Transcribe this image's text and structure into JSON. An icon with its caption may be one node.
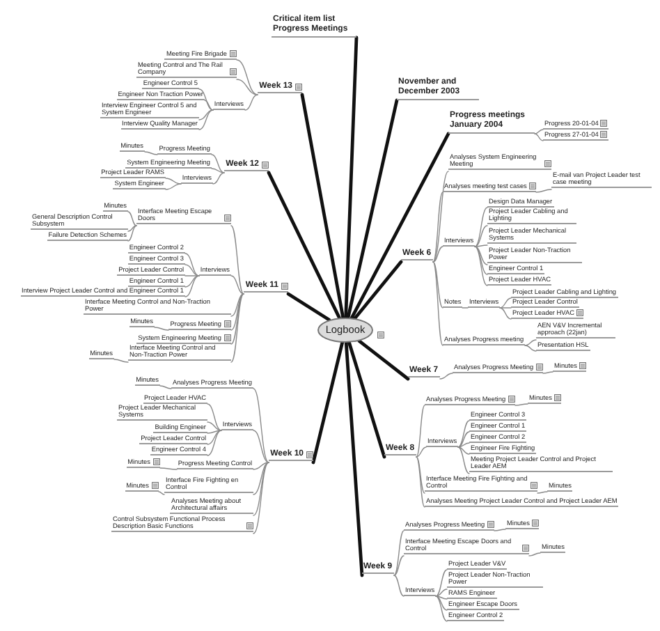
{
  "diagram": {
    "nodes": [
      {
        "text": [
          "Logbook"
        ]
      },
      {
        "text": [
          "Critical item list Progress Meetings"
        ]
      },
      {
        "text": [
          "Week 13"
        ]
      },
      {
        "text": [
          "Meeting Fire Brigade"
        ]
      },
      {
        "text": [
          "Meeting Control and The Rail Company"
        ]
      },
      {
        "text": [
          "Interviews"
        ]
      },
      {
        "text": [
          "Engineer Control 5"
        ]
      },
      {
        "text": [
          "Engineer Non Traction Power"
        ]
      },
      {
        "text": [
          "Interview Engineer Control 5 and System Engineer"
        ]
      },
      {
        "text": [
          "Interview Quality Manager"
        ]
      },
      {
        "text": [
          "Week 12"
        ]
      },
      {
        "text": [
          "Progress Meeting"
        ]
      },
      {
        "text": [
          "Minutes"
        ]
      },
      {
        "text": [
          "System Engineering Meeting"
        ]
      },
      {
        "text": [
          "Interviews"
        ]
      },
      {
        "text": [
          "Project Leader RAMS"
        ]
      },
      {
        "text": [
          "System Engineer"
        ]
      },
      {
        "text": [
          "Week 11"
        ]
      },
      {
        "text": [
          "Interface Meeting Escape Doors"
        ]
      },
      {
        "text": [
          "Minutes"
        ]
      },
      {
        "text": [
          "General Description Control Subsystem"
        ]
      },
      {
        "text": [
          "Failure Detection Schemes"
        ]
      },
      {
        "text": [
          "Interviews"
        ]
      },
      {
        "text": [
          "Engineer Control 2"
        ]
      },
      {
        "text": [
          "Engineer Control 3"
        ]
      },
      {
        "text": [
          "Project Leader Control"
        ]
      },
      {
        "text": [
          "Engineer Control 1"
        ]
      },
      {
        "text": [
          "Interview Project Leader Control and Engineer Control 1"
        ]
      },
      {
        "text": [
          "Interface Meeting Control and Non-Traction Power"
        ]
      },
      {
        "text": [
          "Progress Meeting"
        ]
      },
      {
        "text": [
          "Minutes"
        ]
      },
      {
        "text": [
          "System Engineering Meeting"
        ]
      },
      {
        "text": [
          "Interface Meeting Control and Non-Traction Power"
        ]
      },
      {
        "text": [
          "Minutes"
        ]
      },
      {
        "text": [
          "Week 10"
        ]
      },
      {
        "text": [
          "Analyses Progress Meeting"
        ]
      },
      {
        "text": [
          "Minutes"
        ]
      },
      {
        "text": [
          "Interviews"
        ]
      },
      {
        "text": [
          "Project Leader HVAC"
        ]
      },
      {
        "text": [
          "Project Leader Mechanical Systems"
        ]
      },
      {
        "text": [
          "Building Engineer"
        ]
      },
      {
        "text": [
          "Project Leader Control"
        ]
      },
      {
        "text": [
          "Engineer Control 4"
        ]
      },
      {
        "text": [
          "Progress Meeting Control"
        ]
      },
      {
        "text": [
          "Minutes"
        ]
      },
      {
        "text": [
          "Interface Fire Fighting en Control"
        ]
      },
      {
        "text": [
          "Minutes"
        ]
      },
      {
        "text": [
          "Analyses Meeting about Architectural affairs"
        ]
      },
      {
        "text": [
          "Control Subsystem Functional Process Description Basic Functions"
        ]
      },
      {
        "text": [
          "November and December 2003"
        ]
      },
      {
        "text": [
          "Progress meetings January 2004"
        ]
      },
      {
        "text": [
          "Progress 20-01-04"
        ]
      },
      {
        "text": [
          "Progress 27-01-04"
        ]
      },
      {
        "text": [
          "Week 6"
        ]
      },
      {
        "text": [
          "Analyses System Engineering Meeting"
        ]
      },
      {
        "text": [
          "Analyses meeting test cases"
        ]
      },
      {
        "text": [
          "E-mail van Project Leader test case meeting"
        ]
      },
      {
        "text": [
          "Interviews"
        ]
      },
      {
        "text": [
          "Design Data Manager"
        ]
      },
      {
        "text": [
          "Project Leader Cabling and Lighting"
        ]
      },
      {
        "text": [
          "Project Leader Mechanical Systems"
        ]
      },
      {
        "text": [
          "Project Leader Non-Traction Power"
        ]
      },
      {
        "text": [
          "Engineer Control 1"
        ]
      },
      {
        "text": [
          "Project Leader HVAC"
        ]
      },
      {
        "text": [
          "Notes"
        ]
      },
      {
        "text": [
          "Interviews"
        ]
      },
      {
        "text": [
          "Project Leader Cabling and Lighting"
        ]
      },
      {
        "text": [
          "Project Leader Control"
        ]
      },
      {
        "text": [
          "Project Leader HVAC"
        ]
      },
      {
        "text": [
          "Analyses Progress meeting"
        ]
      },
      {
        "text": [
          "AEN V&V Incremental approach (22jan)"
        ]
      },
      {
        "text": [
          "Presentation HSL"
        ]
      },
      {
        "text": [
          "Week 7"
        ]
      },
      {
        "text": [
          "Analyses Progress Meeting"
        ]
      },
      {
        "text": [
          "Minutes"
        ]
      },
      {
        "text": [
          "Week 8"
        ]
      },
      {
        "text": [
          "Analyses Progress Meeting"
        ]
      },
      {
        "text": [
          "Minutes"
        ]
      },
      {
        "text": [
          "Interviews"
        ]
      },
      {
        "text": [
          "Engineer Control 3"
        ]
      },
      {
        "text": [
          "Engineer Control 1"
        ]
      },
      {
        "text": [
          "Engineer Control 2"
        ]
      },
      {
        "text": [
          "Engineer Fire Fighting"
        ]
      },
      {
        "text": [
          "Meeting Project Leader Control and Project Leader AEM"
        ]
      },
      {
        "text": [
          "Interface Meeting Fire Fighting and Control"
        ]
      },
      {
        "text": [
          "Minutes"
        ]
      },
      {
        "text": [
          "Analyses Meeting Project Leader Control and Project Leader AEM"
        ]
      },
      {
        "text": [
          "Week 9"
        ]
      },
      {
        "text": [
          "Analyses Progress Meeting"
        ]
      },
      {
        "text": [
          "Minutes"
        ]
      },
      {
        "text": [
          "Interface Meeting Escape Doors and Control"
        ]
      },
      {
        "text": [
          "Minutes"
        ]
      },
      {
        "text": [
          "Interviews"
        ]
      },
      {
        "text": [
          "Project Leader V&V"
        ]
      },
      {
        "text": [
          "Project Leader Non-Traction Power"
        ]
      },
      {
        "text": [
          "RAMS Engineer"
        ]
      },
      {
        "text": [
          "Engineer Escape Doors"
        ]
      },
      {
        "text": [
          "Engineer Control 2"
        ]
      }
    ],
    "edges": [
      {
        "from": 0,
        "to": 1,
        "arrow": "none",
        "style": "thick",
        "color": "#111111"
      },
      {
        "from": 0,
        "to": 2,
        "arrow": "none",
        "style": "thick",
        "color": "#111111"
      },
      {
        "from": 0,
        "to": 10,
        "arrow": "none",
        "style": "thick",
        "color": "#111111"
      },
      {
        "from": 0,
        "to": 17,
        "arrow": "none",
        "style": "thick",
        "color": "#111111"
      },
      {
        "from": 0,
        "to": 34,
        "arrow": "none",
        "style": "thick",
        "color": "#111111"
      },
      {
        "from": 0,
        "to": 49,
        "arrow": "none",
        "style": "thick",
        "color": "#111111"
      },
      {
        "from": 0,
        "to": 50,
        "arrow": "none",
        "style": "thick",
        "color": "#111111"
      },
      {
        "from": 0,
        "to": 53,
        "arrow": "none",
        "style": "thick",
        "color": "#111111"
      },
      {
        "from": 0,
        "to": 72,
        "arrow": "none",
        "style": "thick",
        "color": "#111111"
      },
      {
        "from": 0,
        "to": 75,
        "arrow": "none",
        "style": "thick",
        "color": "#111111"
      },
      {
        "from": 0,
        "to": 87,
        "arrow": "none",
        "style": "thick",
        "color": "#111111"
      },
      {
        "from": 2,
        "to": 3,
        "arrow": "none"
      },
      {
        "from": 2,
        "to": 4,
        "arrow": "none"
      },
      {
        "from": 2,
        "to": 5,
        "arrow": "none"
      },
      {
        "from": 5,
        "to": 6,
        "arrow": "none"
      },
      {
        "from": 5,
        "to": 7,
        "arrow": "none"
      },
      {
        "from": 5,
        "to": 8,
        "arrow": "none"
      },
      {
        "from": 5,
        "to": 9,
        "arrow": "none"
      },
      {
        "from": 10,
        "to": 11,
        "arrow": "none"
      },
      {
        "from": 11,
        "to": 12,
        "arrow": "none"
      },
      {
        "from": 10,
        "to": 13,
        "arrow": "none"
      },
      {
        "from": 10,
        "to": 14,
        "arrow": "none"
      },
      {
        "from": 14,
        "to": 15,
        "arrow": "none"
      },
      {
        "from": 14,
        "to": 16,
        "arrow": "none"
      },
      {
        "from": 17,
        "to": 18,
        "arrow": "none"
      },
      {
        "from": 18,
        "to": 19,
        "arrow": "none"
      },
      {
        "from": 18,
        "to": 20,
        "arrow": "none"
      },
      {
        "from": 18,
        "to": 21,
        "arrow": "none"
      },
      {
        "from": 17,
        "to": 22,
        "arrow": "none"
      },
      {
        "from": 22,
        "to": 23,
        "arrow": "none"
      },
      {
        "from": 22,
        "to": 24,
        "arrow": "none"
      },
      {
        "from": 22,
        "to": 25,
        "arrow": "none"
      },
      {
        "from": 22,
        "to": 26,
        "arrow": "none"
      },
      {
        "from": 22,
        "to": 27,
        "arrow": "none"
      },
      {
        "from": 17,
        "to": 28,
        "arrow": "none"
      },
      {
        "from": 17,
        "to": 29,
        "arrow": "none"
      },
      {
        "from": 29,
        "to": 30,
        "arrow": "none"
      },
      {
        "from": 17,
        "to": 31,
        "arrow": "none"
      },
      {
        "from": 17,
        "to": 32,
        "arrow": "none"
      },
      {
        "from": 32,
        "to": 33,
        "arrow": "none"
      },
      {
        "from": 34,
        "to": 35,
        "arrow": "none"
      },
      {
        "from": 35,
        "to": 36,
        "arrow": "none"
      },
      {
        "from": 34,
        "to": 37,
        "arrow": "none"
      },
      {
        "from": 37,
        "to": 38,
        "arrow": "none"
      },
      {
        "from": 37,
        "to": 39,
        "arrow": "none"
      },
      {
        "from": 37,
        "to": 40,
        "arrow": "none"
      },
      {
        "from": 37,
        "to": 41,
        "arrow": "none"
      },
      {
        "from": 37,
        "to": 42,
        "arrow": "none"
      },
      {
        "from": 34,
        "to": 43,
        "arrow": "none"
      },
      {
        "from": 43,
        "to": 44,
        "arrow": "none"
      },
      {
        "from": 34,
        "to": 45,
        "arrow": "none"
      },
      {
        "from": 45,
        "to": 46,
        "arrow": "none"
      },
      {
        "from": 34,
        "to": 47,
        "arrow": "none"
      },
      {
        "from": 34,
        "to": 48,
        "arrow": "none"
      },
      {
        "from": 50,
        "to": 51,
        "arrow": "none"
      },
      {
        "from": 50,
        "to": 52,
        "arrow": "none"
      },
      {
        "from": 53,
        "to": 54,
        "arrow": "none"
      },
      {
        "from": 53,
        "to": 55,
        "arrow": "none"
      },
      {
        "from": 55,
        "to": 56,
        "arrow": "none"
      },
      {
        "from": 53,
        "to": 57,
        "arrow": "none"
      },
      {
        "from": 57,
        "to": 58,
        "arrow": "none"
      },
      {
        "from": 57,
        "to": 59,
        "arrow": "none"
      },
      {
        "from": 57,
        "to": 60,
        "arrow": "none"
      },
      {
        "from": 57,
        "to": 61,
        "arrow": "none"
      },
      {
        "from": 57,
        "to": 62,
        "arrow": "none"
      },
      {
        "from": 57,
        "to": 63,
        "arrow": "none"
      },
      {
        "from": 53,
        "to": 64,
        "arrow": "none"
      },
      {
        "from": 64,
        "to": 65,
        "arrow": "none"
      },
      {
        "from": 65,
        "to": 66,
        "arrow": "none"
      },
      {
        "from": 65,
        "to": 67,
        "arrow": "none"
      },
      {
        "from": 65,
        "to": 68,
        "arrow": "none"
      },
      {
        "from": 53,
        "to": 69,
        "arrow": "none"
      },
      {
        "from": 69,
        "to": 70,
        "arrow": "none"
      },
      {
        "from": 69,
        "to": 71,
        "arrow": "none"
      },
      {
        "from": 72,
        "to": 73,
        "arrow": "none"
      },
      {
        "from": 73,
        "to": 74,
        "arrow": "none"
      },
      {
        "from": 75,
        "to": 76,
        "arrow": "none"
      },
      {
        "from": 76,
        "to": 77,
        "arrow": "none"
      },
      {
        "from": 75,
        "to": 78,
        "arrow": "none"
      },
      {
        "from": 78,
        "to": 79,
        "arrow": "none"
      },
      {
        "from": 78,
        "to": 80,
        "arrow": "none"
      },
      {
        "from": 78,
        "to": 81,
        "arrow": "none"
      },
      {
        "from": 78,
        "to": 82,
        "arrow": "none"
      },
      {
        "from": 78,
        "to": 83,
        "arrow": "none"
      },
      {
        "from": 75,
        "to": 84,
        "arrow": "none"
      },
      {
        "from": 84,
        "to": 85,
        "arrow": "none"
      },
      {
        "from": 75,
        "to": 86,
        "arrow": "none"
      },
      {
        "from": 87,
        "to": 88,
        "arrow": "none"
      },
      {
        "from": 88,
        "to": 89,
        "arrow": "none"
      },
      {
        "from": 87,
        "to": 90,
        "arrow": "none"
      },
      {
        "from": 90,
        "to": 91,
        "arrow": "none"
      },
      {
        "from": 87,
        "to": 92,
        "arrow": "none"
      },
      {
        "from": 92,
        "to": 93,
        "arrow": "none"
      },
      {
        "from": 92,
        "to": 94,
        "arrow": "none"
      },
      {
        "from": 92,
        "to": 95,
        "arrow": "none"
      },
      {
        "from": 92,
        "to": 96,
        "arrow": "none"
      },
      {
        "from": 92,
        "to": 97,
        "arrow": "none"
      }
    ]
  }
}
